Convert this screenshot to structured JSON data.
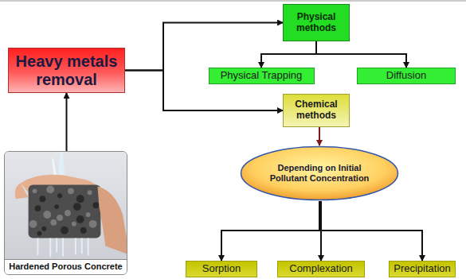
{
  "diagram": {
    "nodes": [
      {
        "text": [
          "Heavy metals removal"
        ]
      },
      {
        "text": [
          "Physical methods"
        ]
      },
      {
        "text": [
          "Physical Trapping"
        ]
      },
      {
        "text": [
          "Diffusion"
        ]
      },
      {
        "text": [
          "Chemical methods"
        ]
      },
      {
        "text": [
          "Depending on Initial Pollutant Concentration"
        ]
      },
      {
        "text": [
          "Sorption"
        ]
      },
      {
        "text": [
          "Complexation"
        ]
      },
      {
        "text": [
          "Precipitation"
        ]
      },
      {
        "text": [
          "Hardened Porous Concrete"
        ]
      }
    ],
    "edges": [
      {
        "from": 9,
        "to": 0,
        "arrow": "to"
      },
      {
        "from": 0,
        "to": 1,
        "arrow": "to"
      },
      {
        "from": 0,
        "to": 4,
        "arrow": "to"
      },
      {
        "from": 1,
        "to": 2,
        "arrow": "to"
      },
      {
        "from": 1,
        "to": 3,
        "arrow": "to"
      },
      {
        "from": 4,
        "to": 5,
        "arrow": "to"
      },
      {
        "from": 5,
        "to": 6,
        "arrow": "to"
      },
      {
        "from": 5,
        "to": 7,
        "arrow": "to"
      },
      {
        "from": 5,
        "to": 8,
        "arrow": "to"
      }
    ]
  }
}
